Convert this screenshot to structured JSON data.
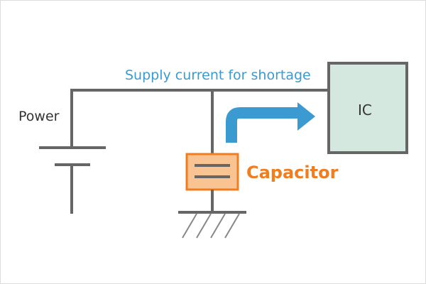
{
  "labels": {
    "supply": "Supply current for shortage",
    "power": "Power",
    "ic": "IC",
    "capacitor": "Capacitor"
  },
  "colors": {
    "wire": "#666666",
    "ic_fill": "#d4e8e0",
    "capacitor_fill": "#f9c491",
    "capacitor_border": "#f07d1f",
    "capacitor_text": "#f07d1f",
    "arrow": "#3b9ad0",
    "supply_text": "#3b9ad0",
    "label_text": "#333333"
  }
}
